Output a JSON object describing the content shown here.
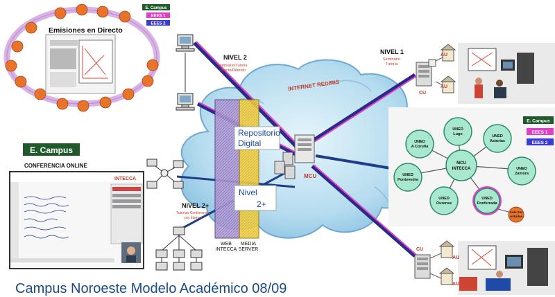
{
  "footer_title": "Campus Noroeste Modelo Académico 08/09",
  "emisiones": {
    "title": "Emisiones en Directo",
    "badges": [
      "E. Campus",
      "EEES 1",
      "EEES 2"
    ]
  },
  "conferencia": {
    "badge": "E. Campus",
    "subtitle": "CONFERENCIA ONLINE",
    "app_name": "INTECCA"
  },
  "niveles": {
    "n2_title": "NIVEL 2",
    "n2_sub1": "Seminario/Tutoría",
    "n2_sub2": "Directo/Diferido",
    "n1_title": "NIVEL 1",
    "n1_sub1": "Seminario",
    "n1_sub2": "Tutoría",
    "n2plus_title": "NIVEL 2+",
    "n2plus_sub1": "Tutorías-Conferencias",
    "n2plus_sub2": "por Internet"
  },
  "cloud": {
    "internet_label": "INTERNET  REDIRIS",
    "mcu_label": "MCU",
    "repositorio_line1": "Repositorio",
    "repositorio_line2": "Digital",
    "nivel_line1": "Nivel",
    "nivel_line2": "2+",
    "web_intecca_line1": "WEB",
    "web_intecca_line2": "INTECCA",
    "media_server_line1": "MEDIA",
    "media_server_line2": "SERVER"
  },
  "classrooms": {
    "au": "AU",
    "cu": "CU"
  },
  "network": {
    "badges": [
      "E. Campus",
      "EEES 1",
      "EEES 2"
    ],
    "center_line1": "MCU",
    "center_line2": "INTECCA",
    "nodes": [
      {
        "line1": "UNED",
        "line2": "A Coruña"
      },
      {
        "line1": "UNED",
        "line2": "Lugo"
      },
      {
        "line1": "UNED",
        "line2": "Asturias"
      },
      {
        "line1": "UNED",
        "line2": "Zamora"
      },
      {
        "line1": "UNED",
        "line2": "Ponferrada"
      },
      {
        "line1": "UNED",
        "line2": "Ourense"
      },
      {
        "line1": "UNED",
        "line2": "Pontevedra"
      }
    ],
    "extra": {
      "line1": "Aula Sur",
      "line2": "Asturias"
    }
  },
  "colors": {
    "cloud": "#a9d6ea",
    "cloud_edge": "#5a9ec9",
    "node_fill": "#a8e8cf",
    "node_edge": "#2d8a6a",
    "badge_dark": "#1f5a2a",
    "badge_pink": "#e040c8",
    "badge_blue": "#3a3ad8",
    "ring": "#d9b3e6",
    "orange_node": "#e8742c"
  }
}
